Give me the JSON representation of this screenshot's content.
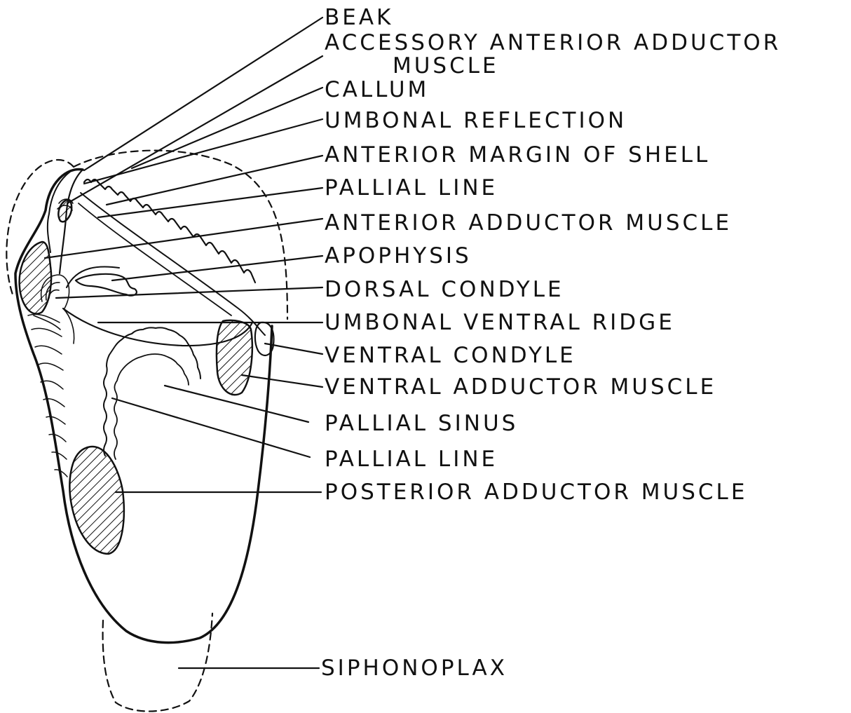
{
  "labels": {
    "beak": "BEAK",
    "accessory_anterior_adductor_1": "ACCESSORY ANTERIOR ADDUCTOR",
    "accessory_anterior_adductor_2": "MUSCLE",
    "callum": "CALLUM",
    "umbonal_reflection": "UMBONAL REFLECTION",
    "anterior_margin": "ANTERIOR MARGIN OF SHELL",
    "pallial_line_upper": "PALLIAL LINE",
    "anterior_adductor": "ANTERIOR ADDUCTOR MUSCLE",
    "apophysis": "APOPHYSIS",
    "dorsal_condyle": "DORSAL CONDYLE",
    "umbonal_ventral_ridge": "UMBONAL VENTRAL RIDGE",
    "ventral_condyle": "VENTRAL CONDYLE",
    "ventral_adductor": "VENTRAL ADDUCTOR MUSCLE",
    "pallial_sinus": "PALLIAL SINUS",
    "pallial_line_lower": "PALLIAL LINE",
    "posterior_adductor": "POSTERIOR ADDUCTOR MUSCLE",
    "siphonoplax": "SIPHONOPLAX"
  }
}
